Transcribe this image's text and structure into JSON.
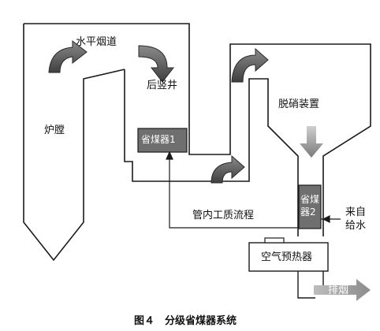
{
  "colors": {
    "line": "#1a1a1a",
    "arrow_dark": "#555555",
    "box_fill": "#6f6f6f",
    "arrow_light": "#9a9a9a"
  },
  "labels": {
    "horizontal_flue": "水平烟道",
    "rear_shaft": "后竖井",
    "furnace": "炉膛",
    "denitrification": "脱硝装置",
    "economizer_1": "省煤器1",
    "economizer_2_line1": "省煤",
    "economizer_2_line2": "器2",
    "water_flow": "管内工质流程",
    "feedwater_line1": "来自",
    "feedwater_line2": "给水",
    "air_preheater": "空气预热器",
    "exhaust": "排烟"
  },
  "caption": "图４　分级省煤器系统",
  "icons": {
    "flow_arrows": "curved-arrow-icon",
    "down_arrow": "down-arrow-icon",
    "exhaust_arrow": "right-arrow-icon"
  }
}
